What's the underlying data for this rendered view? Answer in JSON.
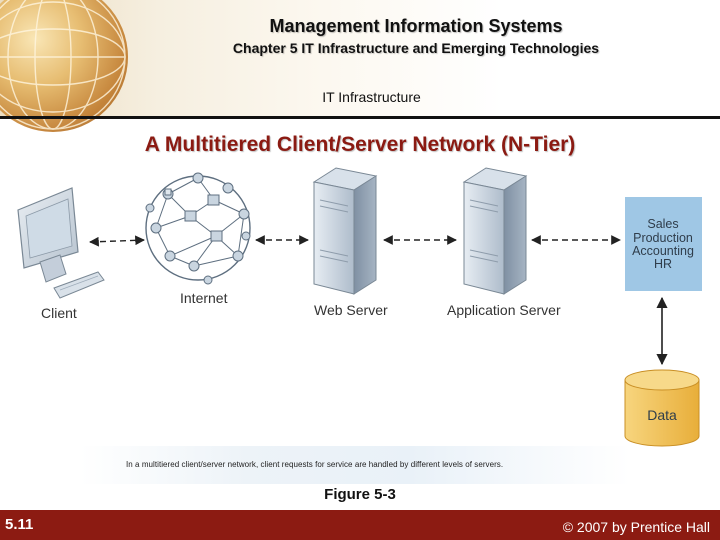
{
  "header": {
    "title": "Management Information Systems",
    "subtitle": "Chapter 5 IT Infrastructure and Emerging Technologies",
    "section": "IT Infrastructure"
  },
  "slide": {
    "title": "A Multitiered Client/Server Network (N-Tier)"
  },
  "diagram": {
    "labels": {
      "client": "Client",
      "internet": "Internet",
      "web_server": "Web Server",
      "application_server": "Application Server",
      "departments": [
        "Sales",
        "Production",
        "Accounting",
        "HR"
      ],
      "data": "Data"
    },
    "colors": {
      "server_body": "#b9c5d2",
      "dept_box": "#9fc7e5",
      "data_cylinder": "#f3c35a",
      "network_node": "#7f9bb3"
    }
  },
  "caption": "In a multitiered client/server network, client requests for service are handled by different levels of servers.",
  "figure_label": "Figure 5-3",
  "footer": {
    "slide_number": "5.11",
    "copyright": "© 2007 by Prentice Hall"
  }
}
